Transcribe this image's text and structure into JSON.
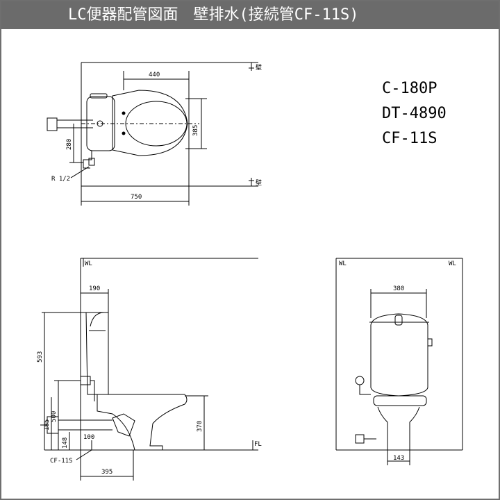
{
  "title": "LC便器配管図面　壁排水(接続管CF-11S)",
  "models": [
    "C-180P",
    "DT-4890",
    "CF-11S"
  ],
  "plan_view": {
    "dim_bowl_width": "440",
    "dim_drain_height": "385",
    "dim_supply_offset": "280",
    "dim_overall_depth": "750",
    "supply_label": "R 1/2",
    "wall_mark_top": "壁",
    "wall_mark_bottom": "壁"
  },
  "side_view": {
    "wall_label": "WL",
    "floor_label": "FL",
    "dim_tank_depth": "190",
    "dim_tank_height": "593",
    "dim_supply_height": "500",
    "dim_drain_height": "185",
    "dim_bowl_height": "370",
    "dim_drain_small": "148",
    "dim_pipe_height": "100",
    "dim_drain_to_floor": "395",
    "pipe_label": "CF-11S"
  },
  "front_view": {
    "wall_label_left": "WL",
    "wall_label_right": "WL",
    "dim_tank_width": "380",
    "dim_base_width": "143"
  }
}
